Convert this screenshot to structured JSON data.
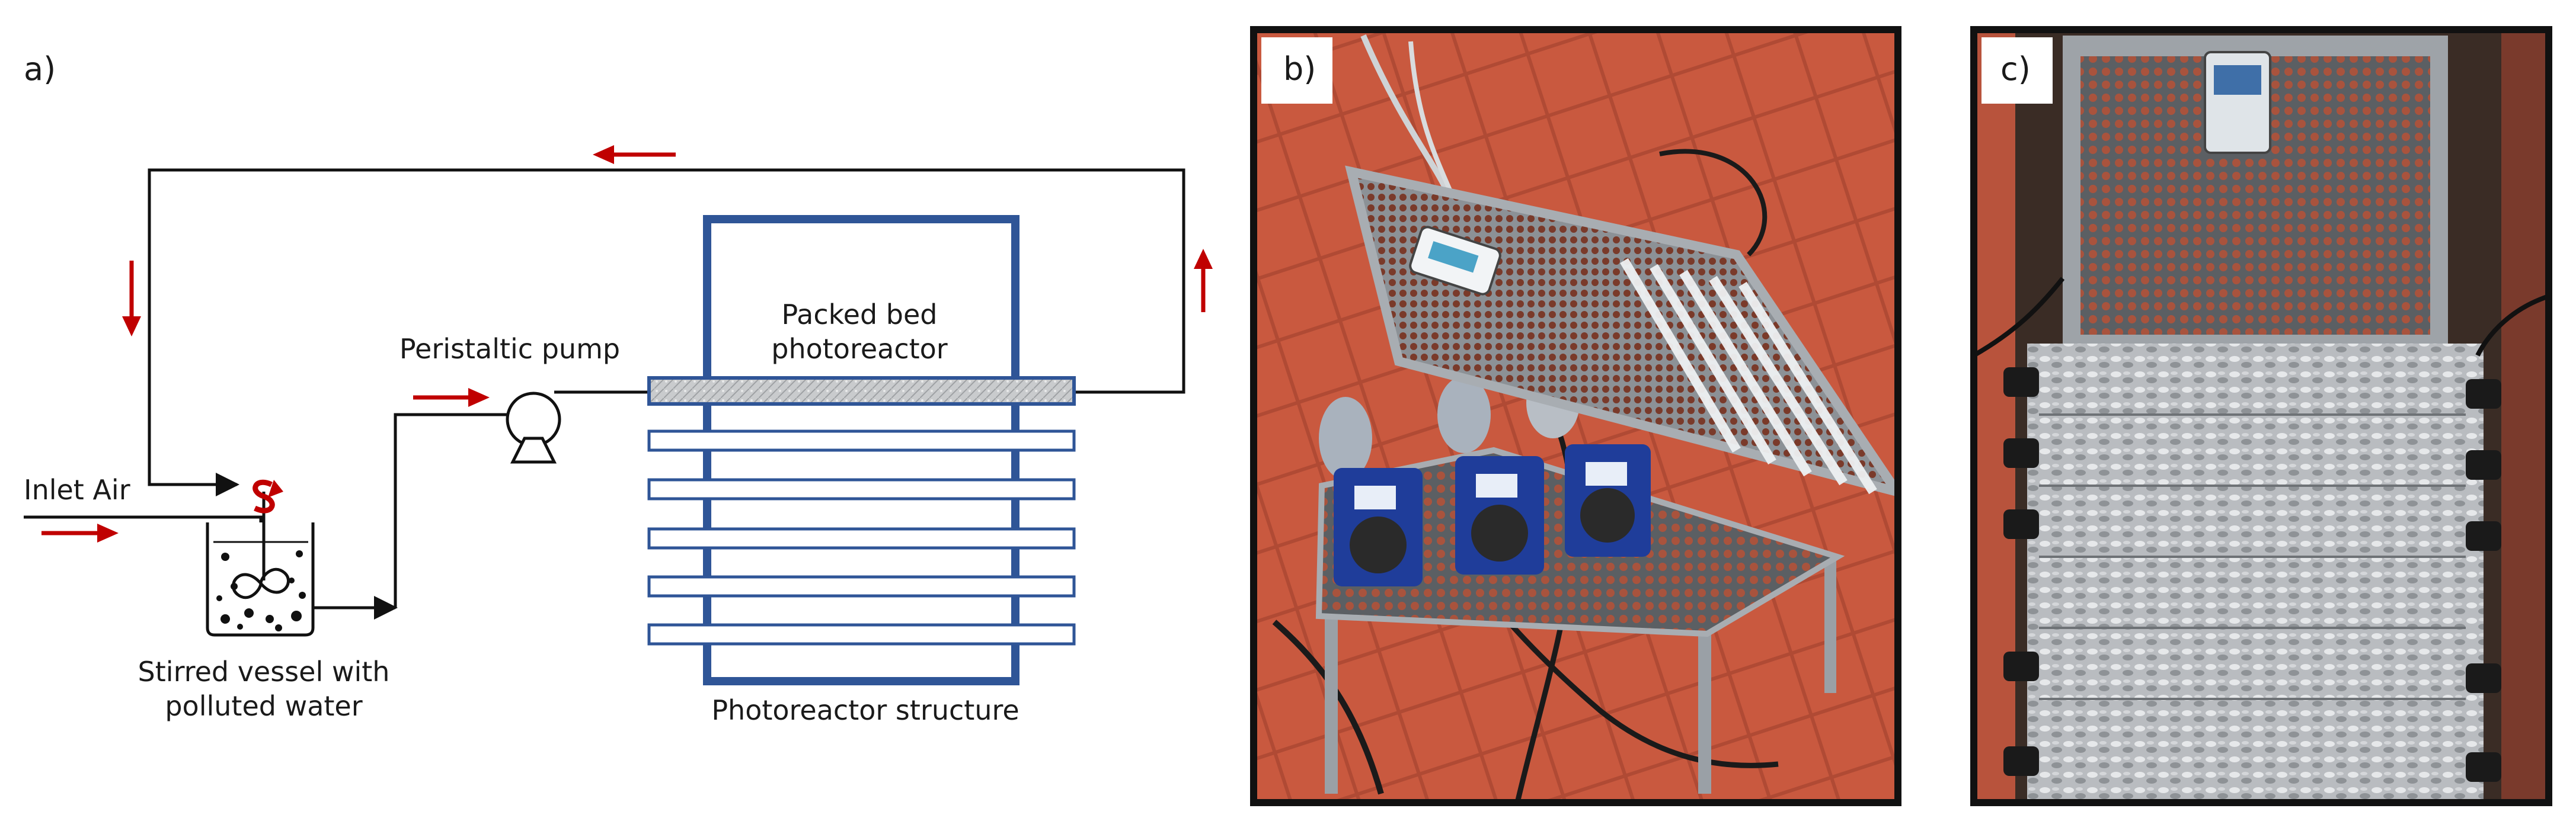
{
  "panel_a": {
    "panel_label": "a)",
    "inlet_air": "Inlet Air",
    "vessel_line1": "Stirred vessel with",
    "vessel_line2": "polluted water",
    "pump": "Peristaltic pump",
    "reactor_line1": "Packed bed",
    "reactor_line2": "photoreactor",
    "structure": "Photoreactor structure"
  },
  "panel_b": {
    "panel_label": "b)"
  },
  "panel_c": {
    "panel_label": "c)"
  },
  "colors": {
    "pipe": "#111111",
    "flow_arrow": "#c00000",
    "structure": "#2f5597",
    "tile": "#c8583f",
    "pump_body": "#1f3d9a"
  }
}
